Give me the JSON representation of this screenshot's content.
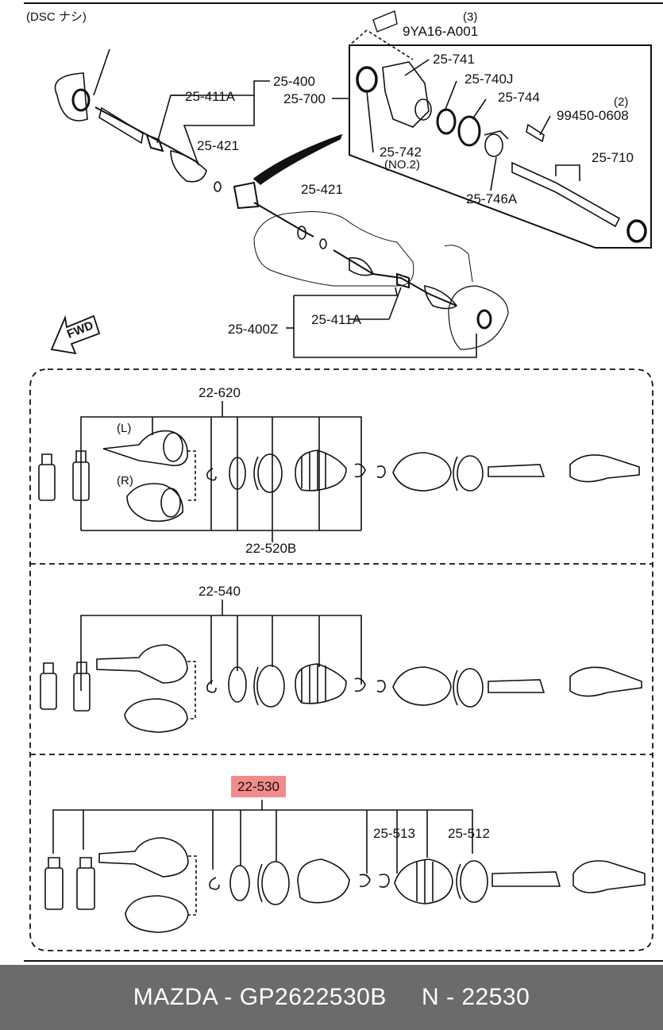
{
  "top_note": "(DSC  ナシ)",
  "labels": {
    "l_3": "(3)",
    "l_9ya16": "9YA16-A001",
    "l_25741": "25-741",
    "l_25400": "25-400",
    "l_25700": "25-700",
    "l_25740j": "25-740J",
    "l_25744": "25-744",
    "l_2": "(2)",
    "l_99450": "99450-0608",
    "l_25411a_top": "25-411A",
    "l_25421_a": "25-421",
    "l_25742": "25-742",
    "l_no2": "(NO.2)",
    "l_25710": "25-710",
    "l_25746a": "25-746A",
    "l_25421_b": "25-421",
    "l_25400z": "25-400Z",
    "l_25411a_bot": "25-411A",
    "l_fwd": "FWD",
    "l_22620": "22-620",
    "l_L": "(L)",
    "l_R": "(R)",
    "l_22520b": "22-520B",
    "l_22540": "22-540",
    "l_22530": "22-530",
    "l_25513": "25-513",
    "l_25512": "25-512"
  },
  "footer": {
    "brand": "MAZDA",
    "part_number": "GP2622530B",
    "ref": "N - 22530",
    "text": "MAZDA - GP2622530B     N - 22530"
  },
  "highlight_color": "#f28b8b",
  "footer_color": "#6b6b6b"
}
